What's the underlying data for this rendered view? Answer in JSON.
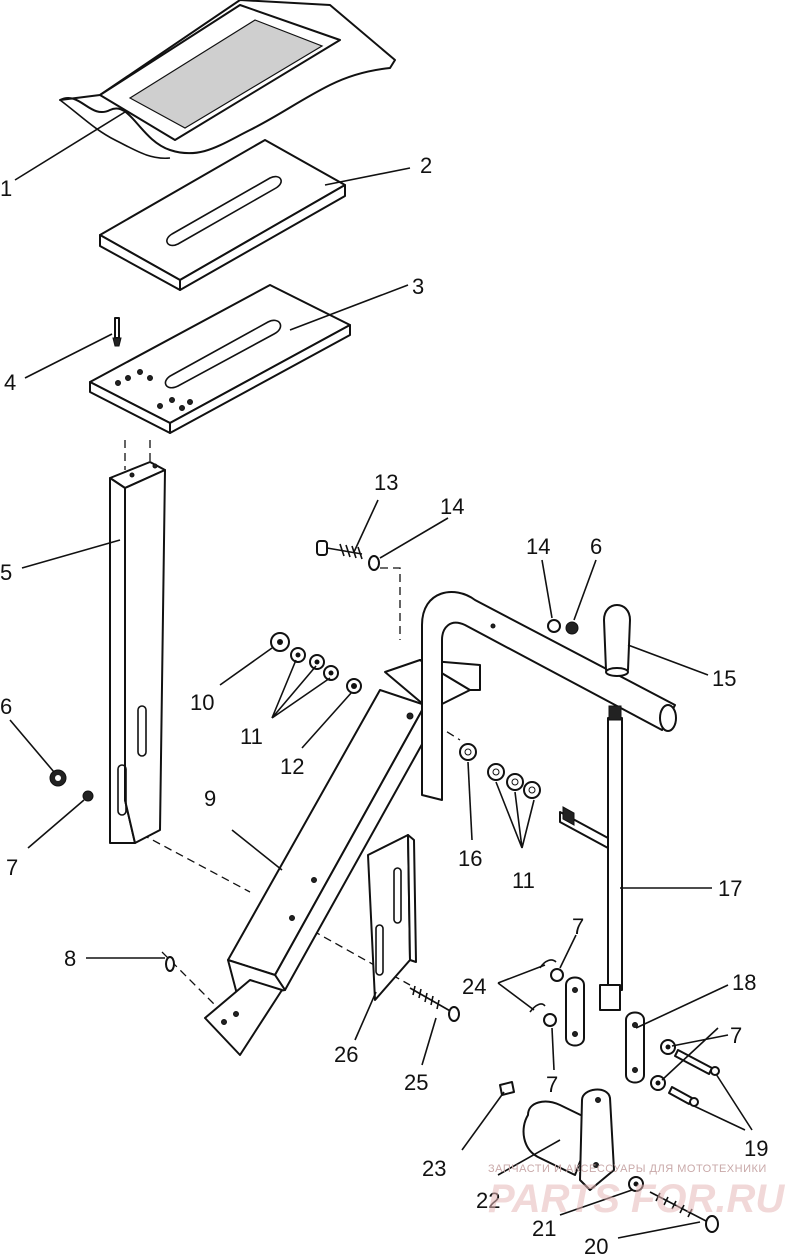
{
  "callouts": [
    {
      "label": "1"
    },
    {
      "label": "2"
    },
    {
      "label": "3"
    },
    {
      "label": "4"
    },
    {
      "label": "5"
    },
    {
      "label": "6"
    },
    {
      "label": "7"
    },
    {
      "label": "8"
    },
    {
      "label": "9"
    },
    {
      "label": "10"
    },
    {
      "label": "11"
    },
    {
      "label": "12"
    },
    {
      "label": "13"
    },
    {
      "label": "14"
    },
    {
      "label": "14"
    },
    {
      "label": "6"
    },
    {
      "label": "15"
    },
    {
      "label": "16"
    },
    {
      "label": "11"
    },
    {
      "label": "17"
    },
    {
      "label": "7"
    },
    {
      "label": "24"
    },
    {
      "label": "18"
    },
    {
      "label": "7"
    },
    {
      "label": "26"
    },
    {
      "label": "25"
    },
    {
      "label": "7"
    },
    {
      "label": "19"
    },
    {
      "label": "23"
    },
    {
      "label": "22"
    },
    {
      "label": "21"
    },
    {
      "label": "20"
    }
  ],
  "watermark": {
    "top_text": "ЗАПЧАСТИ И АКСЕССУАРЫ ДЛЯ МОТОТЕХНИКИ",
    "main_text": "PARTS FOR.RU"
  }
}
